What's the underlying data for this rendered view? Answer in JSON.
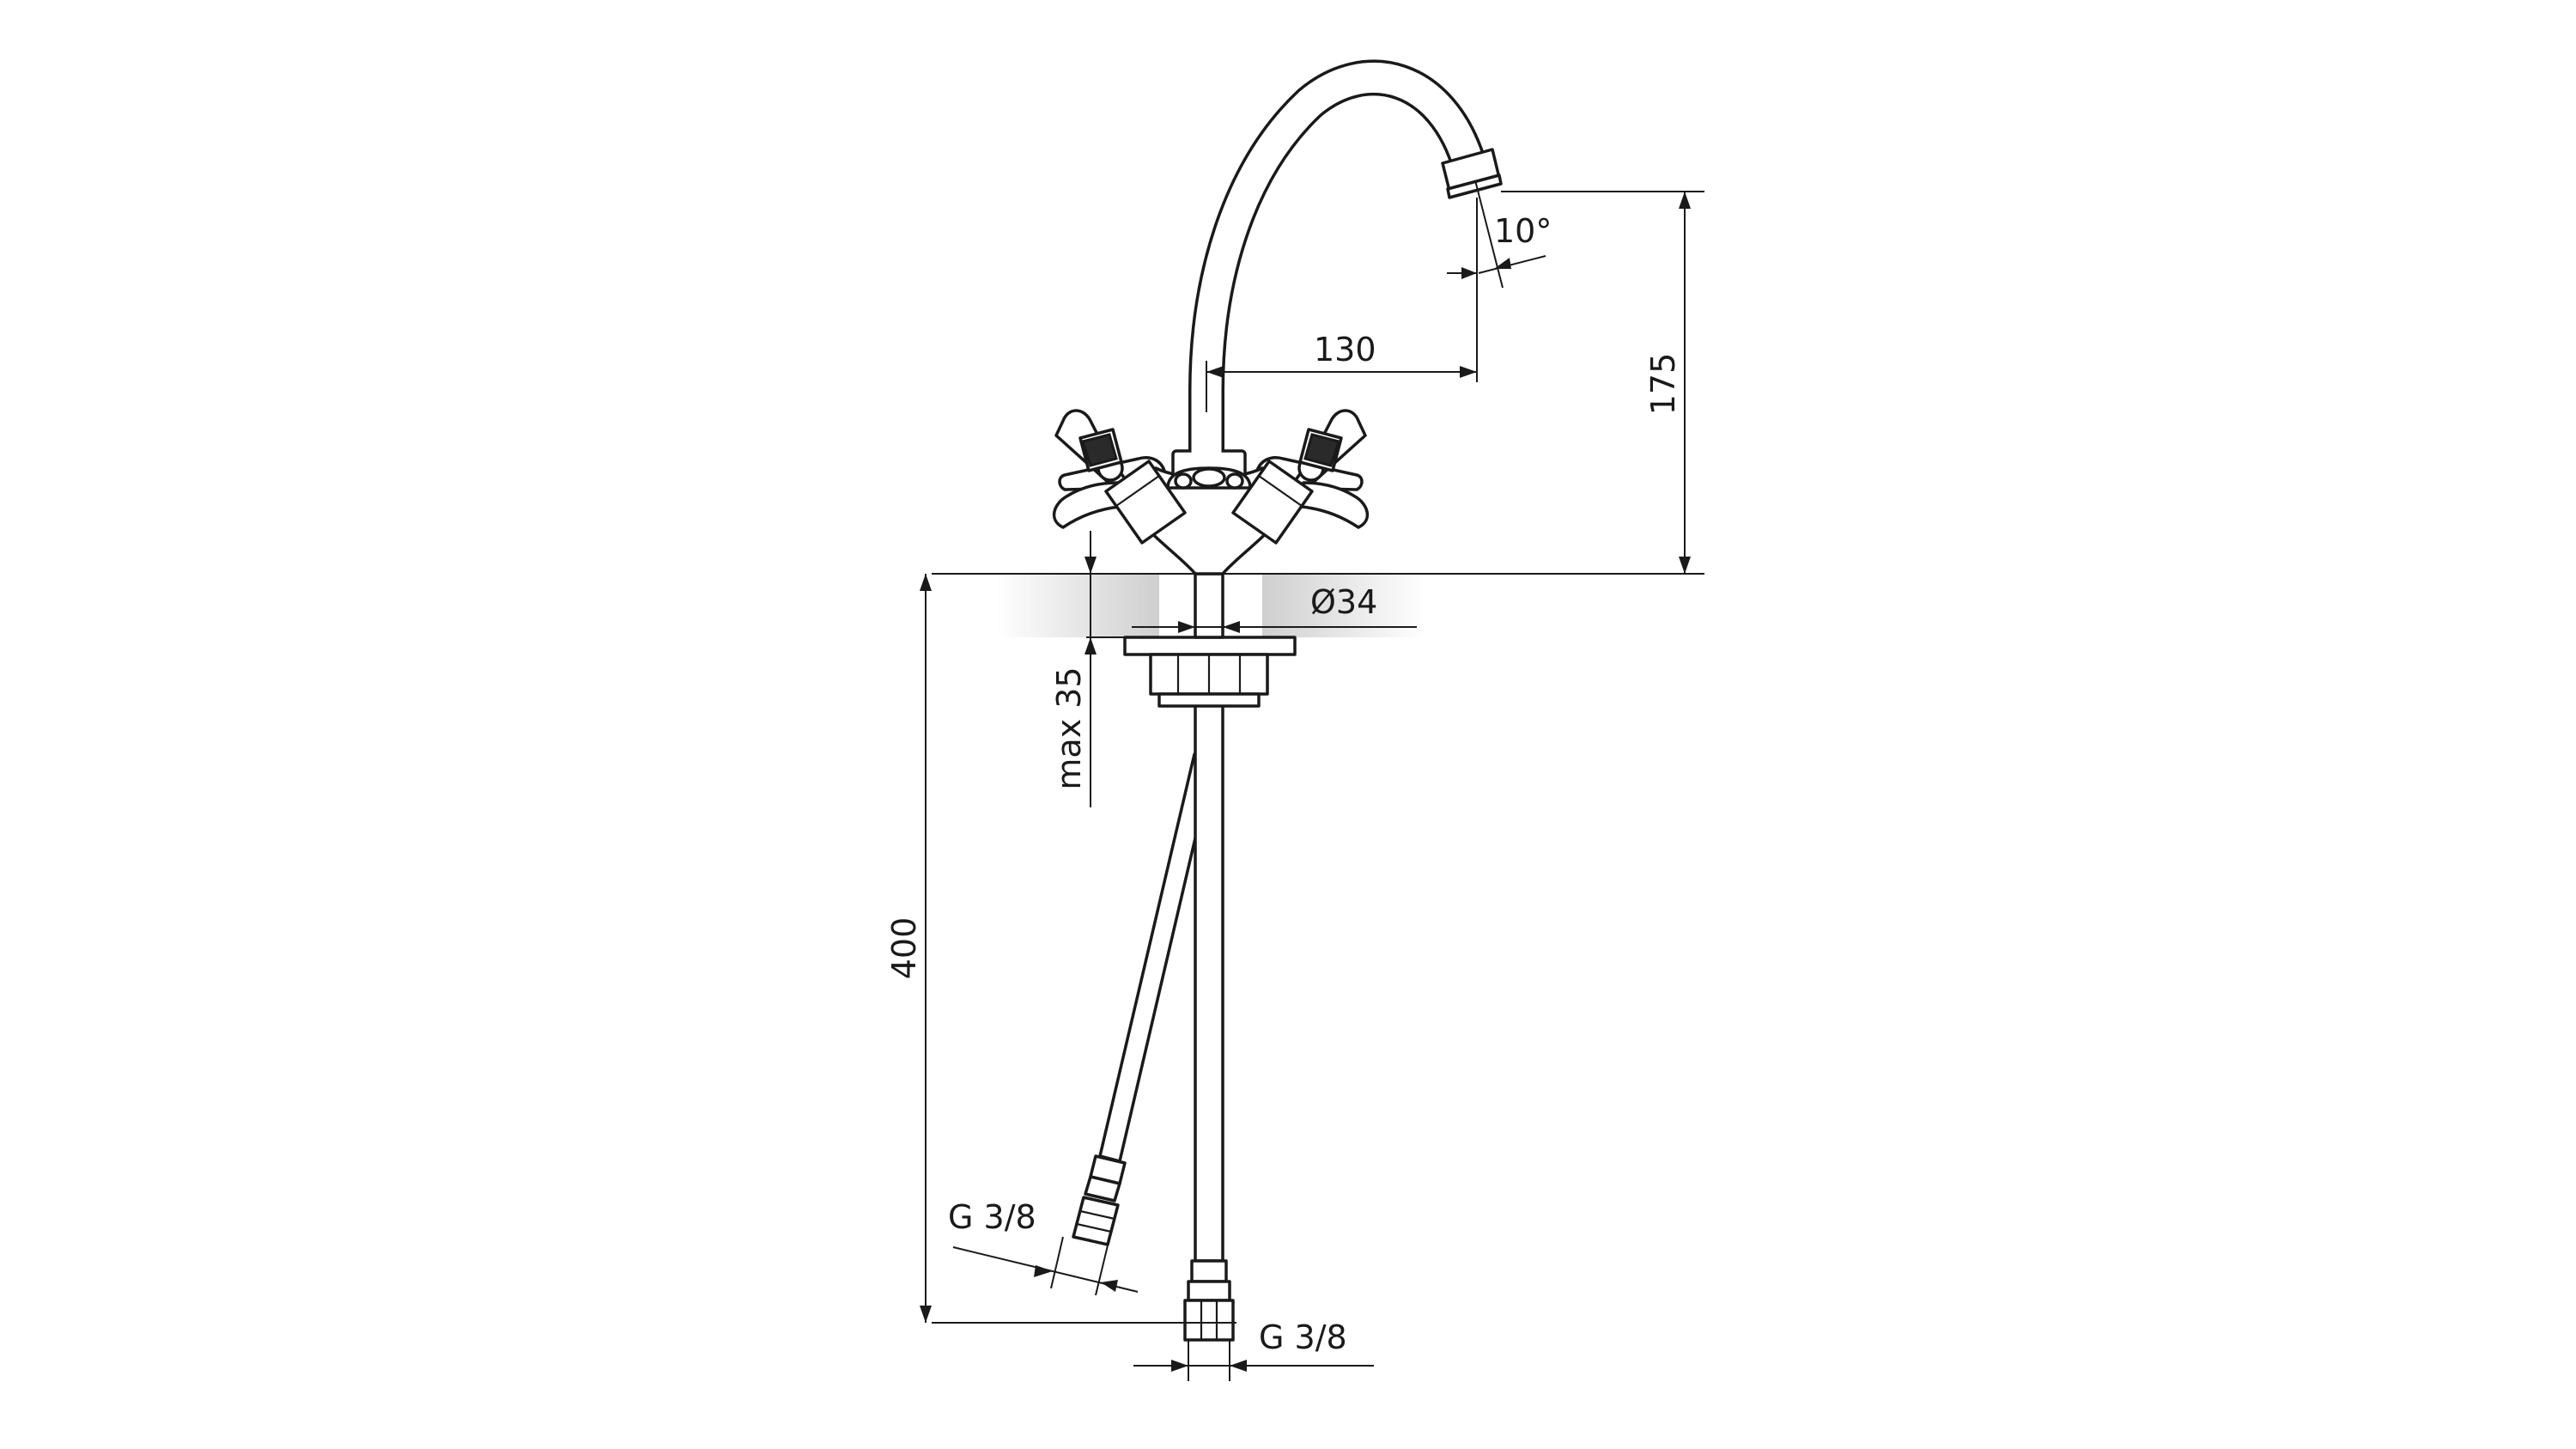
{
  "dimensions": {
    "spout_reach": "130",
    "spout_height": "175",
    "total_length": "400",
    "spout_angle": "10°",
    "base_diameter": "Ø34",
    "max_thickness": "max 35",
    "hose_thread_left": "G 3/8",
    "hose_thread_bottom": "G 3/8"
  },
  "colors": {
    "line": "#1a1a1a",
    "background": "#ffffff",
    "countertop_shade": "#cfcfcf"
  }
}
